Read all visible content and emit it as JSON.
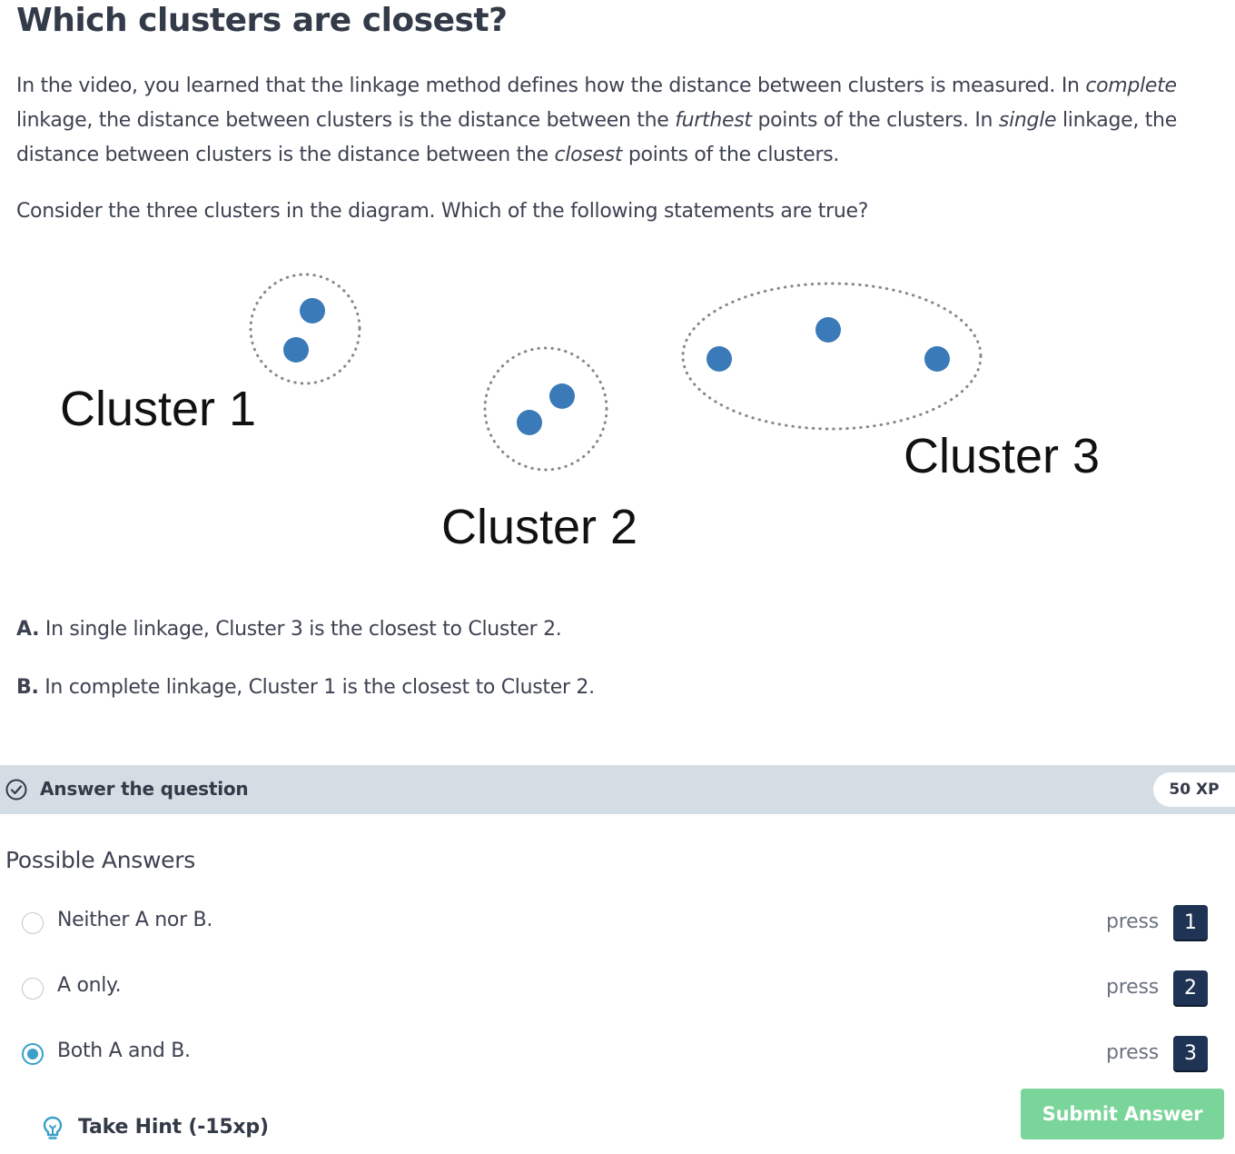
{
  "exercise": {
    "title": "Which clusters are closest?",
    "intro": [
      {
        "text": "In the video, you learned that the linkage method defines how the distance between clusters is measured. In ",
        "em": false
      },
      {
        "text": "complete",
        "em": true
      },
      {
        "text": " linkage, the distance between clusters is the distance between the ",
        "em": false
      },
      {
        "text": "furthest",
        "em": true
      },
      {
        "text": " points of the clusters. In ",
        "em": false
      },
      {
        "text": "single",
        "em": true
      },
      {
        "text": " linkage, the distance between clusters is the distance between the ",
        "em": false
      },
      {
        "text": "closest",
        "em": true
      },
      {
        "text": " points of the clusters.",
        "em": false
      }
    ],
    "prompt": "Consider the three clusters in the diagram. Which of the following statements are true?"
  },
  "diagram": {
    "cluster1_label": "Cluster 1",
    "cluster2_label": "Cluster 2",
    "cluster3_label": "Cluster 3",
    "point_color": "#3a7ab8",
    "outline_color": "#888888"
  },
  "statements": {
    "a_prefix": "A.",
    "a_text": " In single linkage, Cluster 3 is the closest to Cluster 2.",
    "b_prefix": "B.",
    "b_text": " In complete linkage, Cluster 1 is the closest to Cluster 2."
  },
  "answer_bar": {
    "icon": "check-circle-icon",
    "label": "Answer the question",
    "xp": "50 XP"
  },
  "answers": {
    "title": "Possible Answers",
    "press_label": "press",
    "options": [
      {
        "label": "Neither A nor B.",
        "key": "1",
        "selected": false
      },
      {
        "label": "A only.",
        "key": "2",
        "selected": false
      },
      {
        "label": "Both A and B.",
        "key": "3",
        "selected": true
      }
    ]
  },
  "hint": {
    "icon": "lightbulb-icon",
    "label": "Take Hint (-15xp)"
  },
  "submit": {
    "label": "Submit Answer",
    "color": "#7ad59a"
  },
  "colors": {
    "answer_bar_bg": "#d3dde3",
    "key_bg": "#1f3454",
    "radio_selected": "#3a9fc9"
  }
}
